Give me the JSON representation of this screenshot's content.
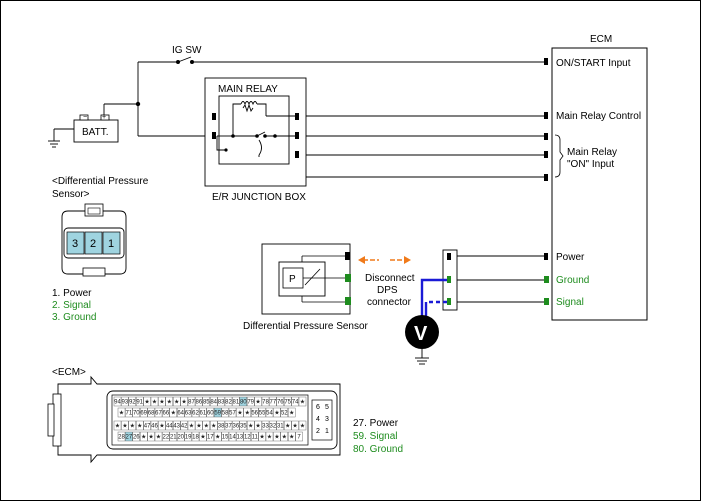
{
  "labels": {
    "ecm_title": "ECM",
    "ig_sw": "IG SW",
    "main_relay": "MAIN RELAY",
    "batt": "BATT.",
    "er_junction_box": "E/R JUNCTION BOX",
    "dps_block_label": "Differential Pressure Sensor",
    "dps_p": "P",
    "disconnect_line1": "Disconnect",
    "disconnect_line2": "DPS",
    "disconnect_line3": "connector",
    "voltmeter": "V",
    "dps_connector_title_line1": "<Differential Pressure",
    "dps_connector_title_line2": "Sensor>",
    "ecm_connector_title": "<ECM>"
  },
  "ecm_pins": {
    "on_start_input": "ON/START Input",
    "main_relay_control": "Main Relay Control",
    "main_relay_on_input_line1": "Main Relay",
    "main_relay_on_input_line2": "\"ON\" Input",
    "power": "Power",
    "ground": "Ground",
    "signal": "Signal"
  },
  "dps_connector": {
    "pins": [
      "3",
      "2",
      "1"
    ],
    "legend": [
      "1. Power",
      "2. Signal",
      "3. Ground"
    ]
  },
  "ecm_connector": {
    "legend": [
      "27. Power",
      "59. Signal",
      "80. Ground"
    ],
    "small_block": [
      "6",
      "5",
      "4",
      "3",
      "2",
      "1"
    ],
    "row1": [
      "94",
      "93",
      "92",
      "91",
      "★",
      "★",
      "★",
      "★",
      "★",
      "★",
      "87",
      "86",
      "85",
      "84",
      "83",
      "82",
      "81",
      "80",
      "79",
      "★",
      "78",
      "77",
      "76",
      "75",
      "74",
      "★"
    ],
    "row2": [
      "★",
      "71",
      "70",
      "69",
      "68",
      "67",
      "66",
      "★",
      "64",
      "63",
      "62",
      "61",
      "60",
      "59",
      "58",
      "57",
      "★",
      "★",
      "56",
      "55",
      "54",
      "★",
      "52",
      "★"
    ],
    "row3": [
      "★",
      "★",
      "★",
      "★",
      "47",
      "46",
      "★",
      "44",
      "43",
      "42",
      "★",
      "★",
      "★",
      "★",
      "38",
      "37",
      "36",
      "35",
      "★",
      "★",
      "33",
      "32",
      "31",
      "★",
      "★",
      "★"
    ],
    "row4": [
      "28",
      "27",
      "26",
      "★",
      "★",
      "★",
      "22",
      "21",
      "20",
      "19",
      "18",
      "★",
      "17",
      "★",
      "15",
      "14",
      "13",
      "12",
      "11",
      "★",
      "★",
      "★",
      "★",
      "★",
      "7"
    ],
    "highlight": [
      "80",
      "59",
      "27"
    ]
  },
  "colors": {
    "wire": "#000000",
    "meter_probe": "#1a1ad6",
    "arrow": "#f07a1a",
    "green_text": "#1e8c1e",
    "pin_highlight": "#9fd4e0"
  }
}
